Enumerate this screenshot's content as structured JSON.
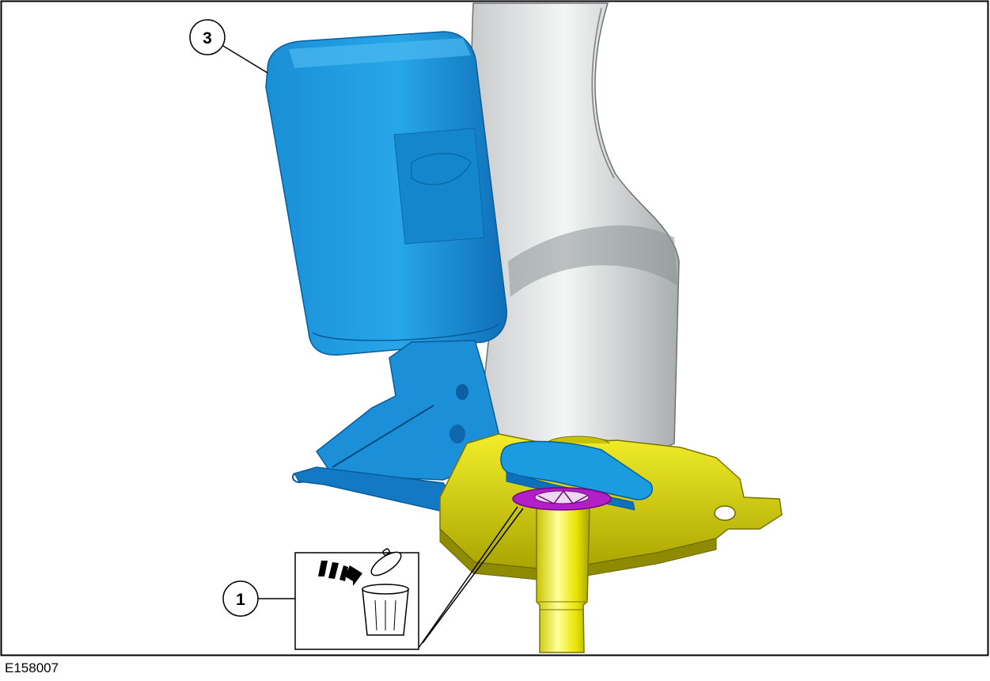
{
  "figure": {
    "id": "E158007",
    "callouts": [
      {
        "label": "3",
        "target": "seatbelt-buckle"
      },
      {
        "label": "1",
        "target": "anchor-bolt-washer"
      }
    ],
    "discard_symbol": "discard-trash-icon",
    "colors": {
      "buckle": "#1b9ce0",
      "bracket": "#d9d400",
      "webbing": "#e4e6e6",
      "washer": "#b21ec8",
      "border": "#000000"
    }
  }
}
